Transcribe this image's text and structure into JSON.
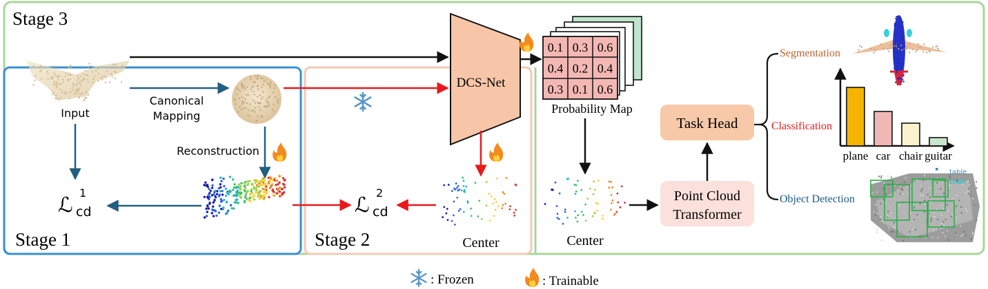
{
  "stages": {
    "stage3": "Stage 3",
    "stage1": "Stage 1",
    "stage2": "Stage 2"
  },
  "labels": {
    "input": "Input",
    "canonical_1": "Canonical",
    "canonical_2": "Mapping",
    "reconstruction": "Reconstruction",
    "dcs_net": "DCS-Net",
    "probability_map": "Probability Map",
    "center_stage2": "Center",
    "center_stage3": "Center",
    "task_head": "Task Head",
    "pct_1": "Point Cloud",
    "pct_2": "Transformer",
    "segmentation": "Segmentation",
    "classification": "Classification",
    "object_detection": "Object Detection",
    "det_table": "table",
    "det_chair": "chair"
  },
  "loss": {
    "symbol": "ℒ",
    "sub": "cd",
    "sup1": "1",
    "sup2": "2"
  },
  "prob_grid": [
    "0.1",
    "0.3",
    "0.6",
    "0.4",
    "0.2",
    "0.4",
    "0.3",
    "0.1",
    "0.6"
  ],
  "chart_data": {
    "type": "bar",
    "categories": [
      "plane",
      "car",
      "chair",
      "guitar"
    ],
    "values": [
      0.85,
      0.5,
      0.33,
      0.12
    ],
    "colors": [
      "#f4b400",
      "#f0b8b4",
      "#fbf3cf",
      "#c8e6cc"
    ]
  },
  "legend": {
    "frozen": ": Frozen",
    "trainable": ": Trainable"
  },
  "colors": {
    "stage3_border": "#a9d59b",
    "stage1_border": "#3a8fd1",
    "stage2_border": "#f2c9b6",
    "dcs_fill": "#f7c6a8",
    "grid_fill": "#f4b8b4",
    "grid_back": "#bfe6cc",
    "task_head": "#f7c9a9",
    "pct": "#fbe0dc",
    "red_arrow": "#e8191c",
    "blue_arrow": "#215f80",
    "segmentation": "#c0622d",
    "classification": "#e8191c",
    "detection": "#1b5a86"
  },
  "icons": {
    "frozen": "snowflake-icon",
    "trainable": "flame-icon"
  }
}
